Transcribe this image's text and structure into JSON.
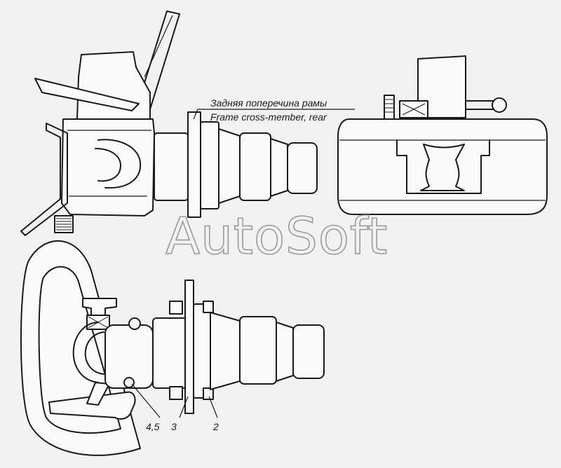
{
  "caption_ru": "Задняя поперечина рамы",
  "caption_en": "Frame cross-member, rear",
  "watermark": "AutoSoft",
  "callouts": [
    "4,5",
    "3",
    "2"
  ],
  "colors": {
    "line": "#1a1a1a",
    "background": "#f2f2f2",
    "watermark": "#9a9a9a"
  }
}
